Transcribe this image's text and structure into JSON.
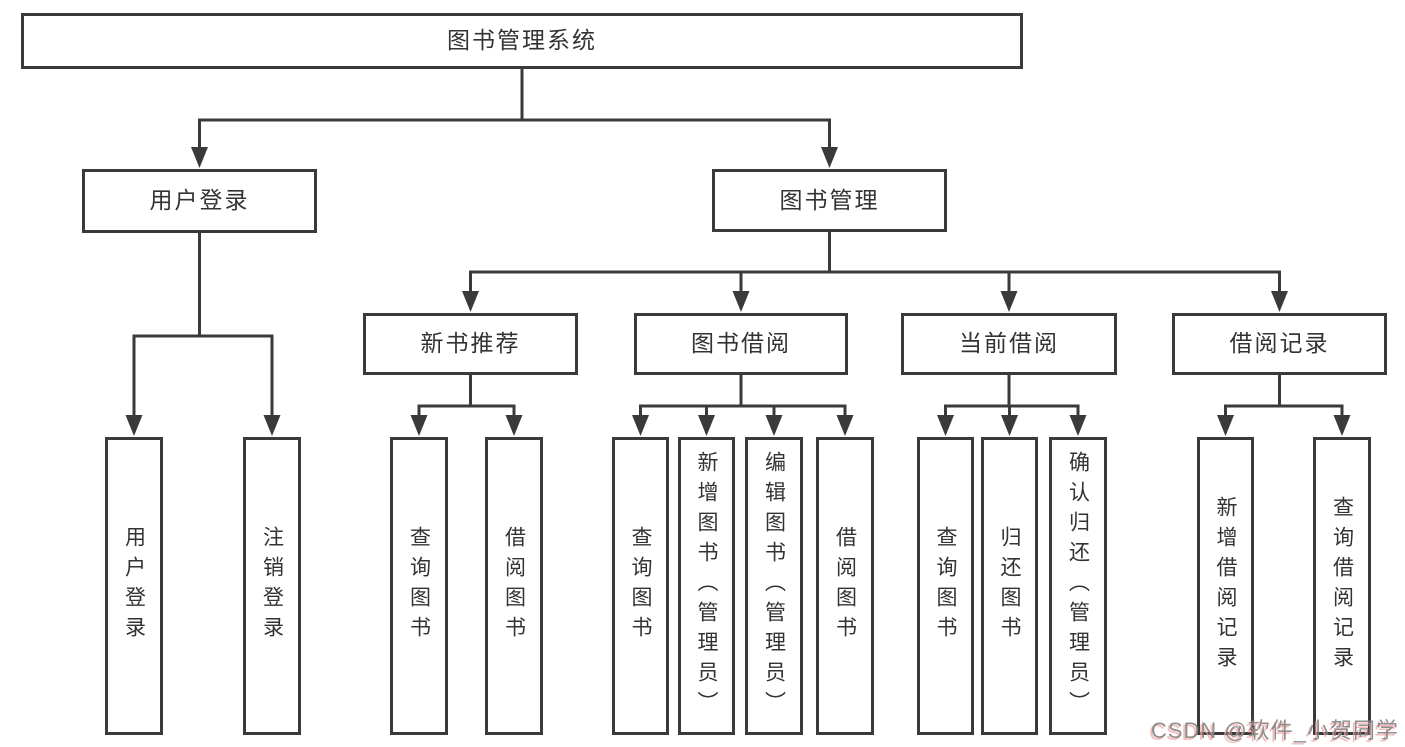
{
  "diagram": {
    "nodes": {
      "root": {
        "label": "图书管理系统",
        "children": [
          "user_login",
          "book_mgmt"
        ]
      },
      "user_login": {
        "label": "用户登录",
        "children": [
          "user_login_action",
          "logout_action"
        ]
      },
      "book_mgmt": {
        "label": "图书管理",
        "children": [
          "new_book_rec",
          "book_borrow",
          "current_borrow",
          "borrow_records"
        ]
      },
      "new_book_rec": {
        "label": "新书推荐",
        "children": [
          "nbr_query",
          "nbr_borrow"
        ]
      },
      "book_borrow": {
        "label": "图书借阅",
        "children": [
          "bb_query",
          "bb_add",
          "bb_edit",
          "bb_borrow"
        ]
      },
      "current_borrow": {
        "label": "当前借阅",
        "children": [
          "cb_query",
          "cb_return",
          "cb_confirm"
        ]
      },
      "borrow_records": {
        "label": "借阅记录",
        "children": [
          "br_add",
          "br_query"
        ]
      },
      "user_login_action": {
        "label": "用户登录",
        "vertical": true
      },
      "logout_action": {
        "label": "注销登录",
        "vertical": true
      },
      "nbr_query": {
        "label": "查询图书",
        "vertical": true
      },
      "nbr_borrow": {
        "label": "借阅图书",
        "vertical": true
      },
      "bb_query": {
        "label": "查询图书",
        "vertical": true
      },
      "bb_add": {
        "label": "新增图书（管理员）",
        "vertical": true
      },
      "bb_edit": {
        "label": "编辑图书（管理员）",
        "vertical": true
      },
      "bb_borrow": {
        "label": "借阅图书",
        "vertical": true
      },
      "cb_query": {
        "label": "查询图书",
        "vertical": true
      },
      "cb_return": {
        "label": "归还图书",
        "vertical": true
      },
      "cb_confirm": {
        "label": "确认归还（管理员）",
        "vertical": true
      },
      "br_add": {
        "label": "新增借阅记录",
        "vertical": true
      },
      "br_query": {
        "label": "查询借阅记录",
        "vertical": true
      }
    }
  },
  "watermark": {
    "text": "CSDN @软件_小贺同学"
  },
  "colors": {
    "line": "#3a3a3a",
    "box_border": "#3a3a3a",
    "box_background": "#ffffff",
    "text": "#333333",
    "watermark_text": "#808080",
    "watermark_shadow": "#f3a6a6"
  }
}
